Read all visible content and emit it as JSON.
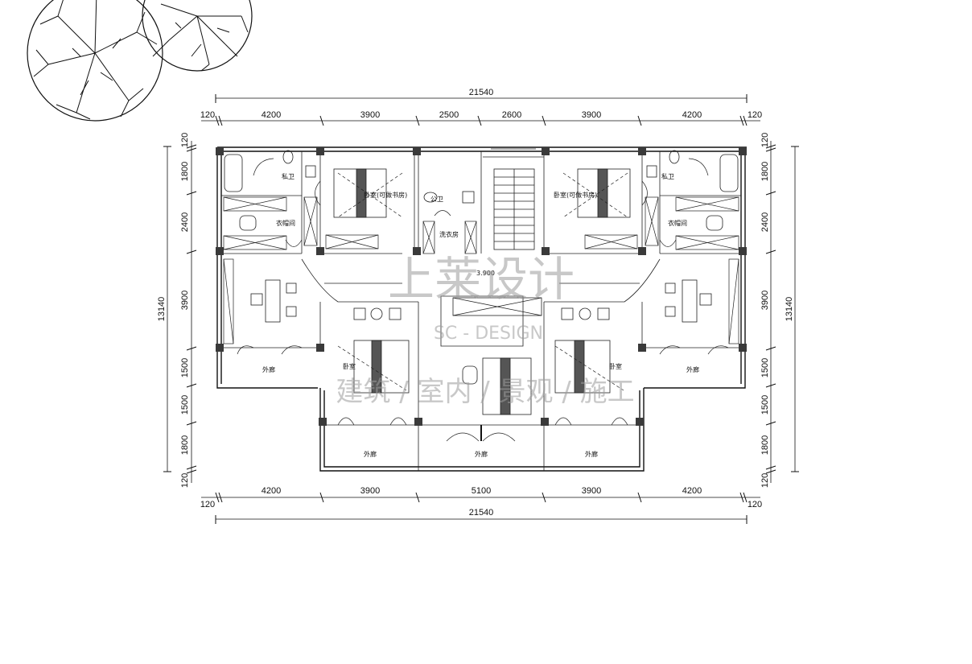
{
  "dimensions": {
    "top_total": "21540",
    "top_segments": [
      "120",
      "4200",
      "3900",
      "2500",
      "2600",
      "3900",
      "4200",
      "120"
    ],
    "bottom_total": "21540",
    "bottom_segments": [
      "120",
      "4200",
      "3900",
      "5100",
      "3900",
      "4200",
      "120"
    ],
    "left_total": "13140",
    "left_segments": [
      "120",
      "1800",
      "2400",
      "3900",
      "1500",
      "1500",
      "1800",
      "120"
    ],
    "right_total": "13140",
    "right_segments": [
      "120",
      "1800",
      "2400",
      "3900",
      "1500",
      "1500",
      "1800",
      "120"
    ]
  },
  "rooms": {
    "private_bath": "私卫",
    "bedroom_study": "卧室(可做书房)",
    "public_bath": "公卫",
    "walk_in_closet": "衣帽间",
    "laundry": "洗衣房",
    "bedroom": "卧室",
    "corridor": "外廊",
    "elevation": "3.900"
  },
  "watermark": {
    "title": "上莱设计",
    "subtitle": "SC - DESIGN",
    "tagline": "建筑 / 室内 / 景观 / 施工"
  }
}
